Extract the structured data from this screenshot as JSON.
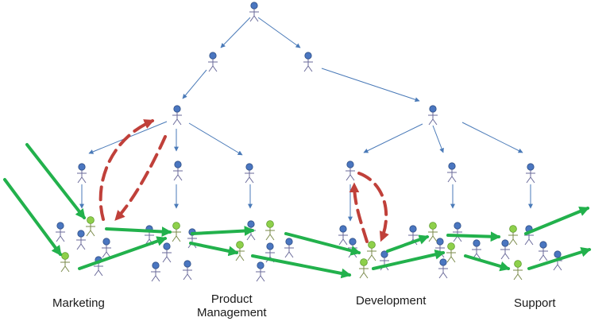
{
  "departments": {
    "marketing": "Marketing",
    "product_management_line1": "Product",
    "product_management_line2": "Management",
    "development": "Development",
    "support": "Support"
  },
  "colors": {
    "hierarchy_line": "#4a7ab8",
    "person_blue": "#4a76c0",
    "person_blue_dark": "#2f4f86",
    "person_green": "#8ed04b",
    "person_green_dark": "#5a9a2a",
    "flow_green": "#22b14c",
    "feedback_red": "#c0403a",
    "stick": "#6a6a9a"
  },
  "icons": {
    "person": "person-stick-figure-icon"
  }
}
